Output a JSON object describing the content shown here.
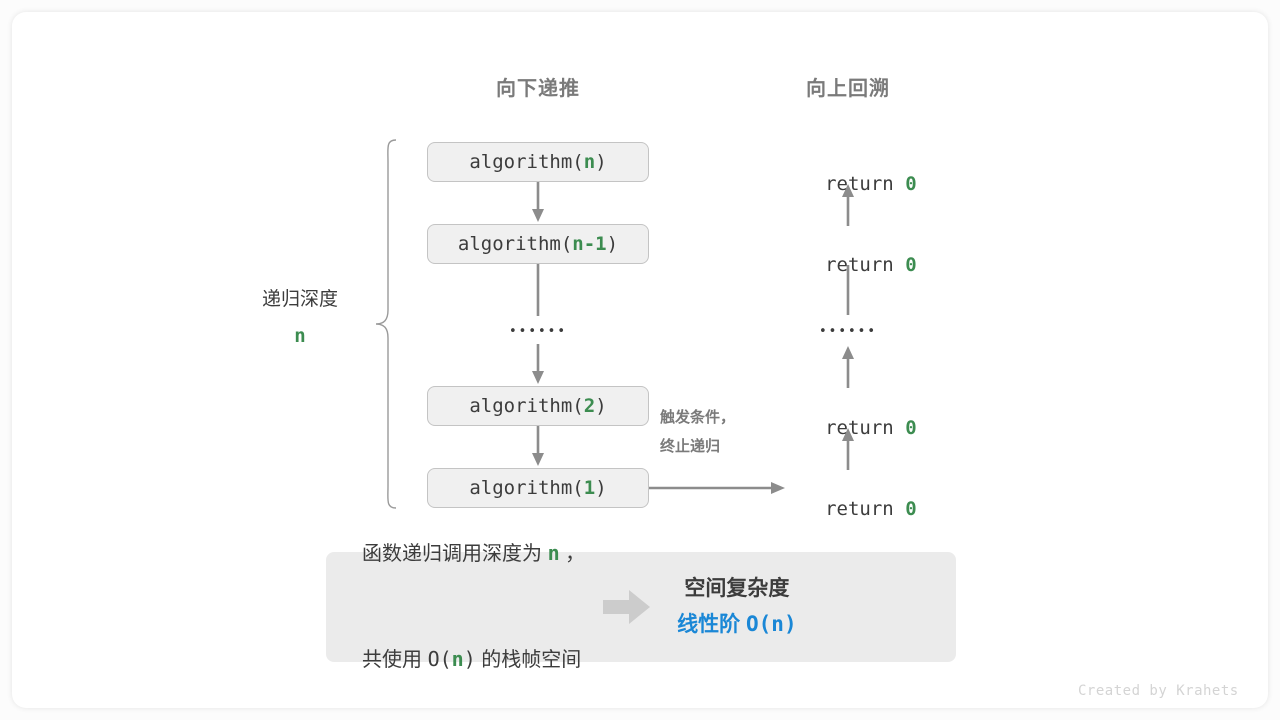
{
  "diagram": {
    "columns": {
      "descend_header": "向下递推",
      "ascend_header": "向上回溯"
    },
    "side_label": {
      "text": "递归深度",
      "value": "n"
    },
    "calls": [
      {
        "prefix": "algorithm(",
        "arg": "n",
        "suffix": ")"
      },
      {
        "prefix": "algorithm(",
        "arg": "n-1",
        "suffix": ")"
      },
      {
        "prefix": "algorithm(",
        "arg": "2",
        "suffix": ")"
      },
      {
        "prefix": "algorithm(",
        "arg": "1",
        "suffix": ")"
      }
    ],
    "ellipsis": "••••••",
    "returns": [
      {
        "text": "return ",
        "value": "0"
      },
      {
        "text": "return ",
        "value": "0"
      },
      {
        "text": "return ",
        "value": "0"
      },
      {
        "text": "return ",
        "value": "0"
      }
    ],
    "trigger_note": {
      "line1": "触发条件，",
      "line2": "终止递归"
    }
  },
  "summary": {
    "line1_a": "函数递归调用深度为 ",
    "line1_hl": "n",
    "line1_b": " ，",
    "line2_a": "共使用 ",
    "line2_mono_open": "O(",
    "line2_hl": "n",
    "line2_mono_close": ")",
    "line2_b": " 的栈帧空间",
    "title": "空间复杂度",
    "value_label": "线性阶 ",
    "value_mono": "O(n)"
  },
  "credit": "Created by Krahets",
  "colors": {
    "accent_green": "#3c8c50",
    "accent_blue": "#1a87d6",
    "box_fill": "#f0f0f0",
    "box_border": "#c4c4c4",
    "panel_fill": "#ebebeb",
    "arrow_gray": "#8c8c8c",
    "text_gray": "#7a7a7a",
    "text_dark": "#3c3c3c"
  }
}
